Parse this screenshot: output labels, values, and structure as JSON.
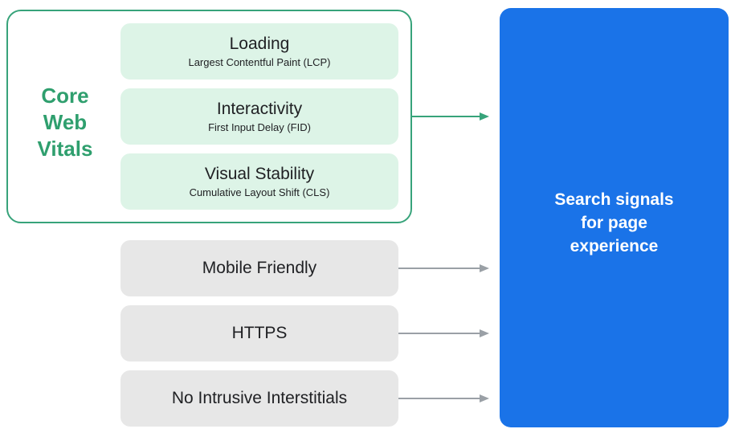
{
  "core_web_vitals": {
    "title": "Core\nWeb\nVitals",
    "metrics": [
      {
        "name": "Loading",
        "detail": "Largest Contentful Paint (LCP)"
      },
      {
        "name": "Interactivity",
        "detail": "First Input Delay (FID)"
      },
      {
        "name": "Visual Stability",
        "detail": "Cumulative Layout Shift (CLS)"
      }
    ]
  },
  "other_signals": [
    {
      "label": "Mobile Friendly"
    },
    {
      "label": "HTTPS"
    },
    {
      "label": "No Intrusive Interstitials"
    }
  ],
  "target": {
    "label": "Search signals\nfor page\nexperience"
  },
  "colors": {
    "core_web_vitals_accent": "#37a37a",
    "metric_fill": "#ddf4e7",
    "signal_fill": "#e7e7e7",
    "target_fill": "#1a73e8",
    "gray_arrow": "#9aa0a6"
  }
}
